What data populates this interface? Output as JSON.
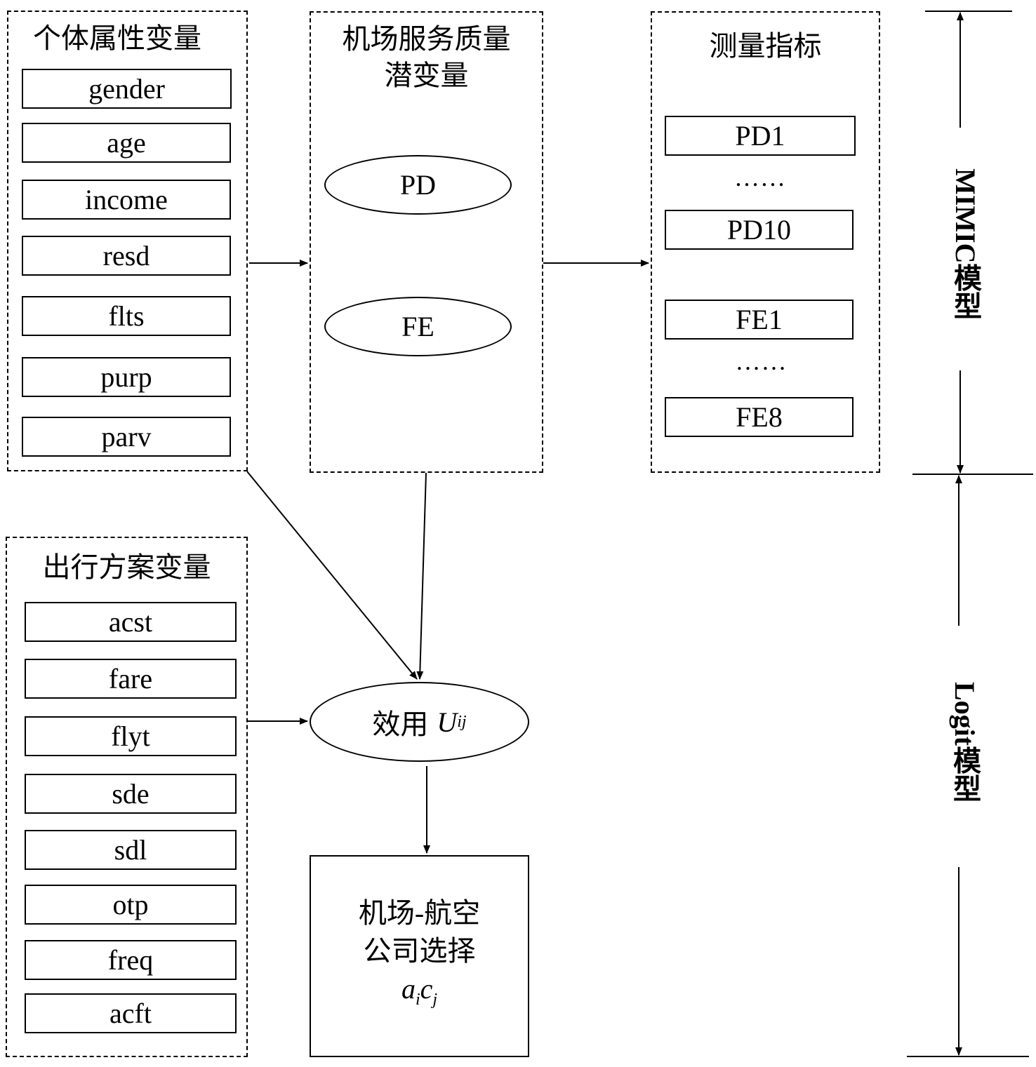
{
  "groups": {
    "individual": {
      "title": "个体属性变量",
      "items": [
        "gender",
        "age",
        "income",
        "resd",
        "flts",
        "purp",
        "parv"
      ]
    },
    "service_quality": {
      "title_line1": "机场服务质量",
      "title_line2": "潜变量",
      "latent": [
        "PD",
        "FE"
      ]
    },
    "indicators": {
      "title": "测量指标",
      "items": [
        "PD1",
        "PD10",
        "FE1",
        "FE8"
      ],
      "ellipsis": "……"
    },
    "travel": {
      "title": "出行方案变量",
      "items": [
        "acst",
        "fare",
        "flyt",
        "sde",
        "sdl",
        "otp",
        "freq",
        "acft"
      ]
    }
  },
  "utility": {
    "label": "效用",
    "symbol": "U",
    "subscript": "ij"
  },
  "choice": {
    "line1": "机场-航空",
    "line2": "公司选择",
    "sym_a": "a",
    "sub_a": "i",
    "sym_c": "c",
    "sub_c": "j"
  },
  "side_labels": {
    "top": "MIMIC模型",
    "bottom": "Logit模型"
  }
}
